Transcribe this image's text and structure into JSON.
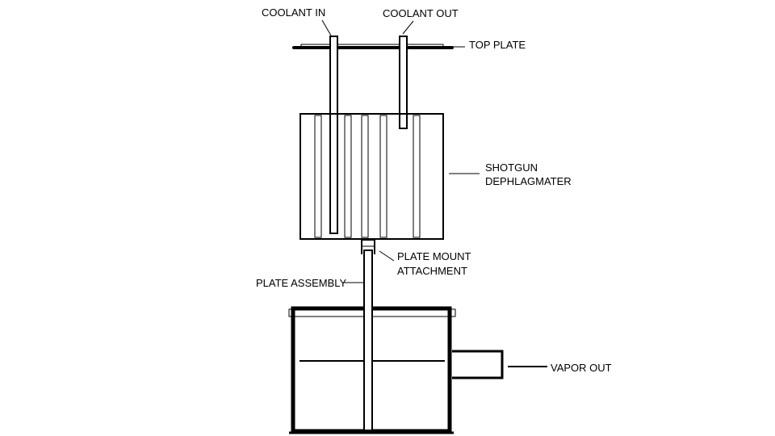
{
  "labels": {
    "coolant_in": "COOLANT IN",
    "coolant_out": "COOLANT OUT",
    "top_plate": "TOP PLATE",
    "shotgun_line1": "SHOTGUN",
    "shotgun_line2": "DEPHLAGMATER",
    "plate_mount_line1": "PLATE MOUNT",
    "plate_mount_line2": "ATTACHMENT",
    "plate_assembly": "PLATE ASSEMBLY",
    "vapor_out": "VAPOR OUT"
  }
}
